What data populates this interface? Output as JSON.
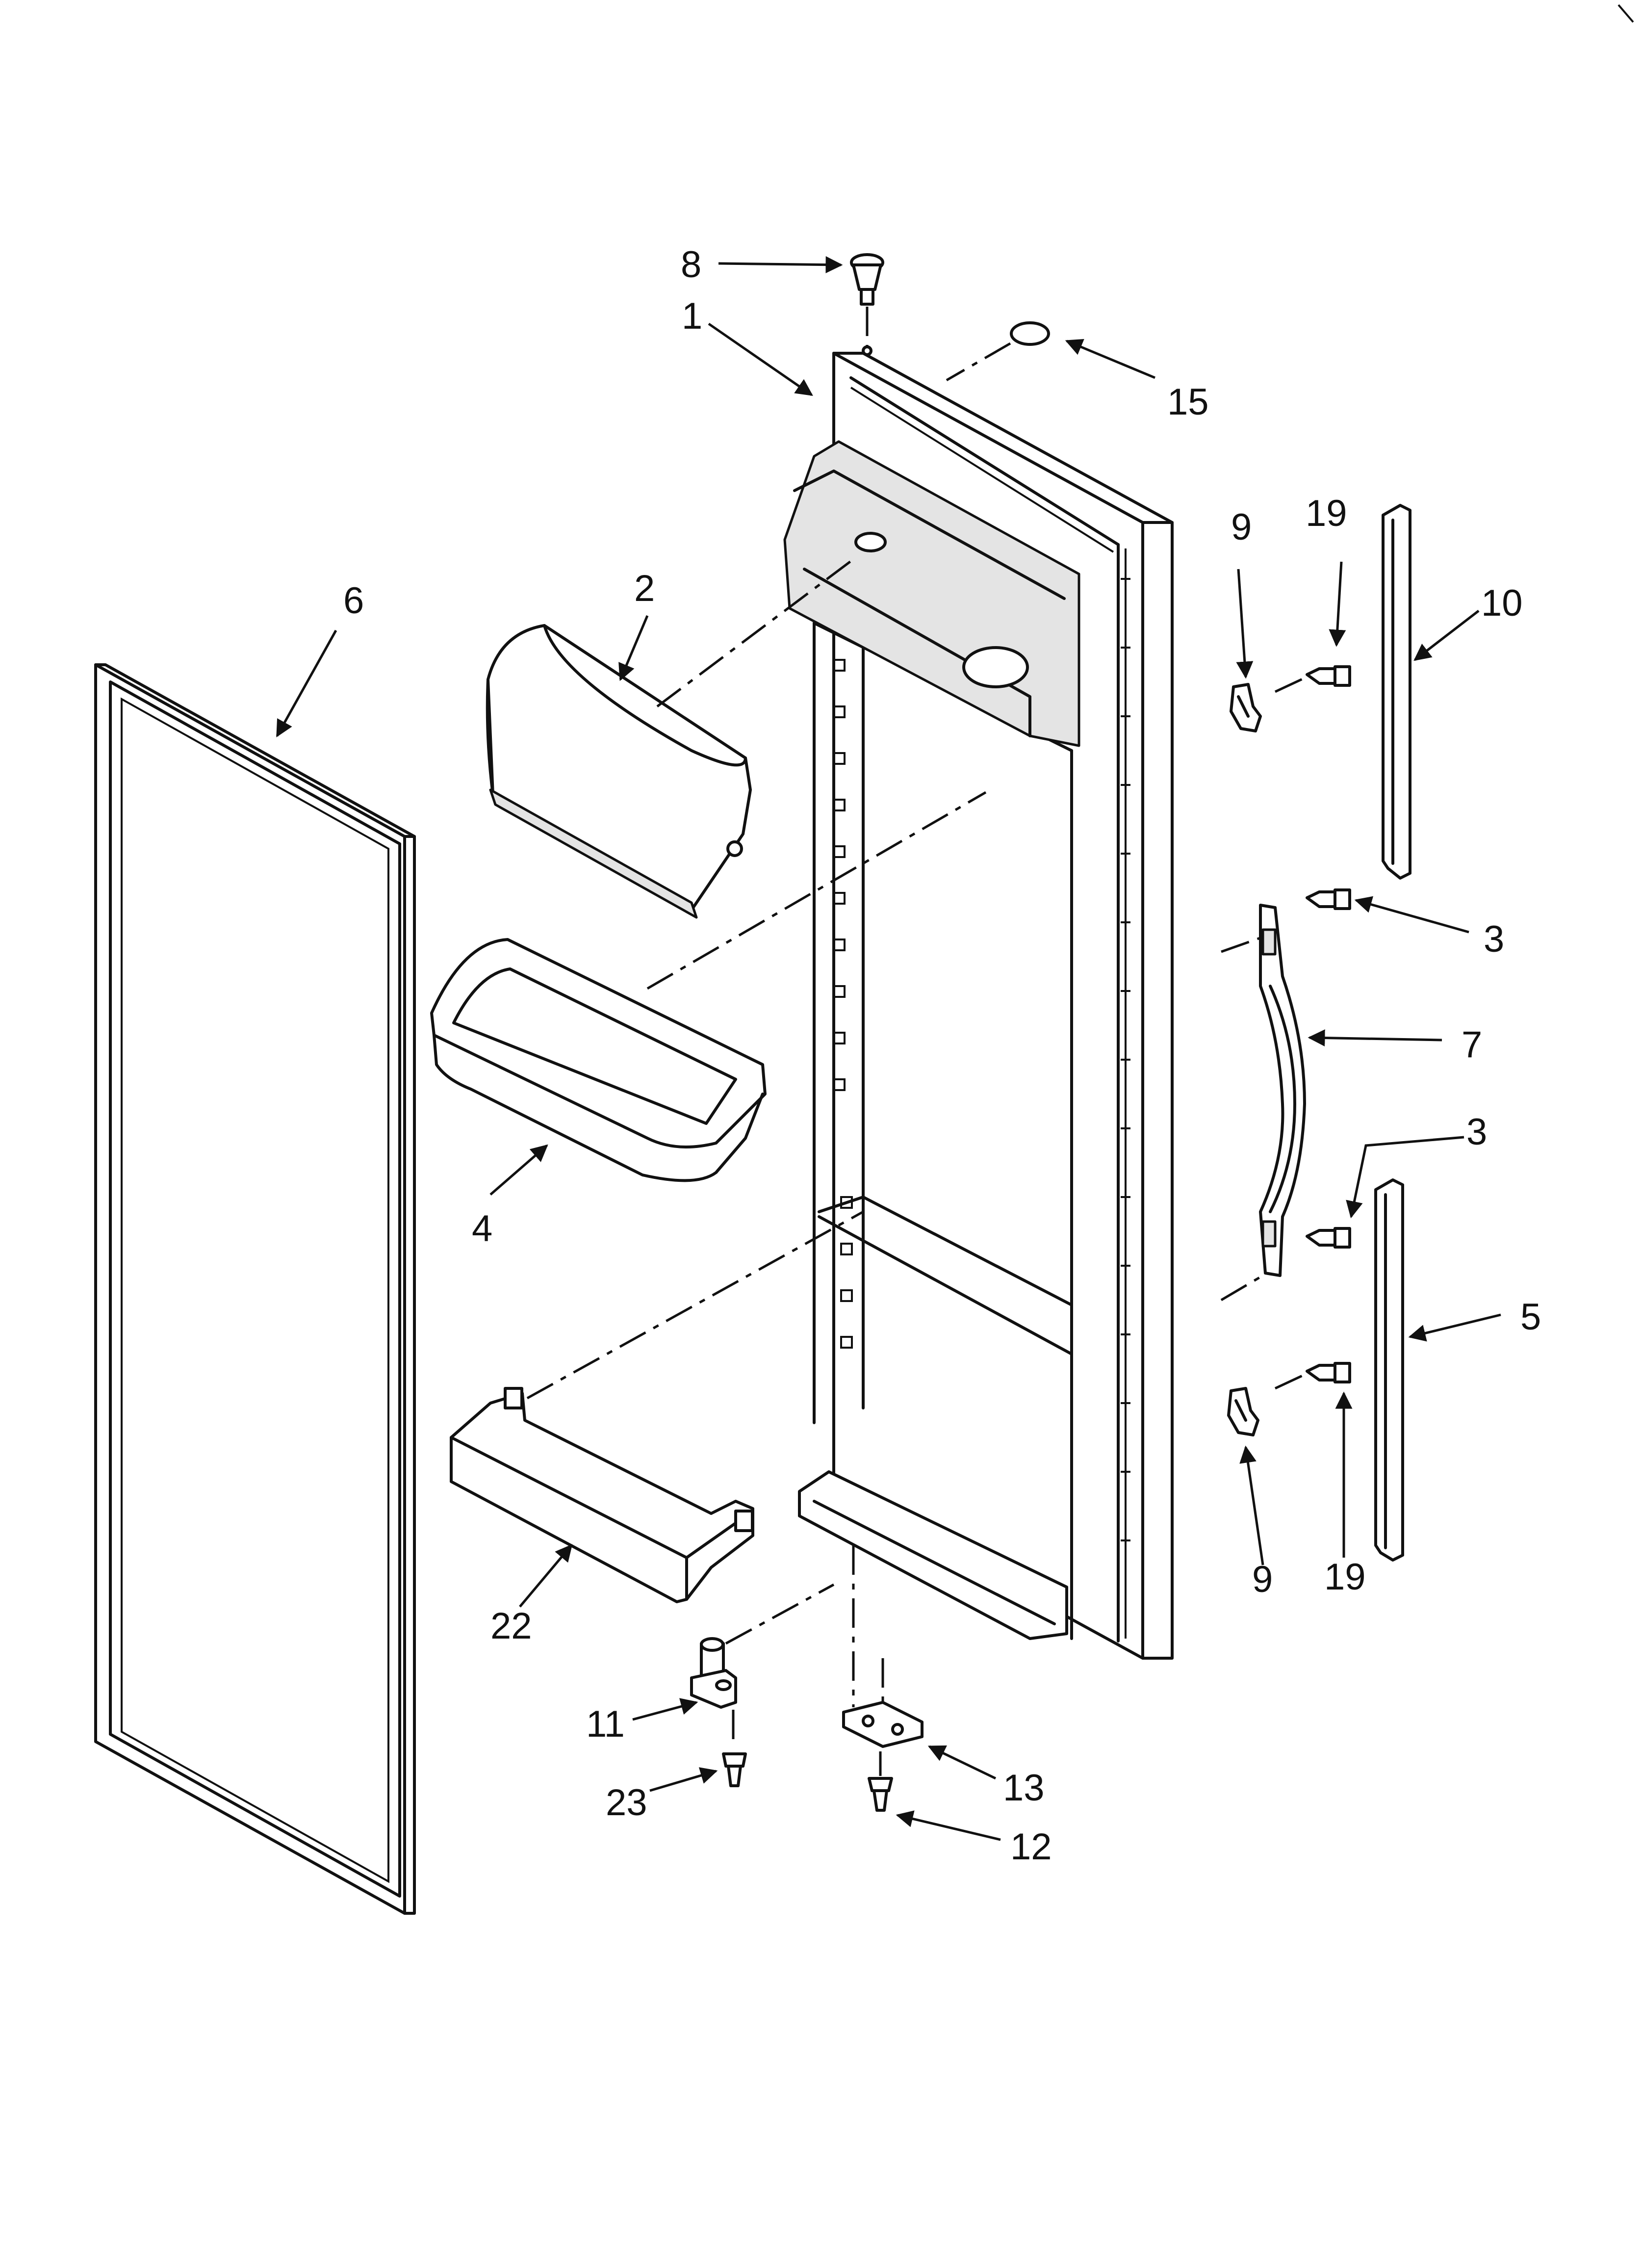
{
  "callouts": {
    "c1": "1",
    "c2": "2",
    "c3a": "3",
    "c3b": "3",
    "c4": "4",
    "c5": "5",
    "c6": "6",
    "c7": "7",
    "c8": "8",
    "c9a": "9",
    "c9b": "9",
    "c10": "10",
    "c11": "11",
    "c12": "12",
    "c13": "13",
    "c15": "15",
    "c19a": "19",
    "c19b": "19",
    "c22": "22",
    "c23": "23"
  }
}
